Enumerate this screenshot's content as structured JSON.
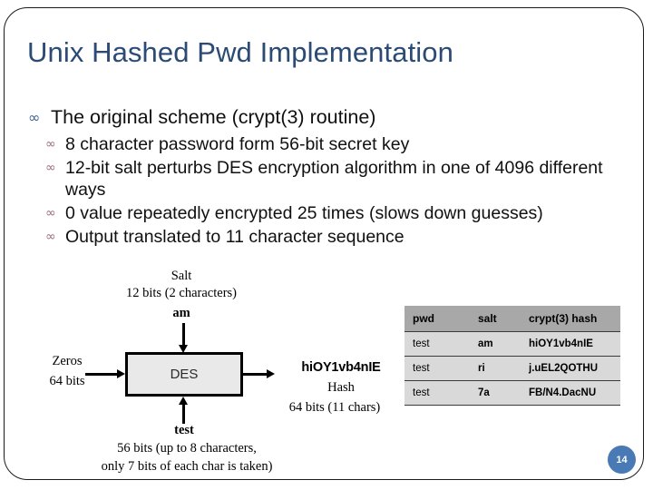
{
  "slide": {
    "title": "Unix Hashed Pwd Implementation",
    "page_number": "14",
    "accent_color": "#2b4b74",
    "badge_color": "#4a7ab5",
    "bullet_glyph_level1": "ஃஃ",
    "bullet_glyph": "∞"
  },
  "bullets": {
    "level1": {
      "text": "The original scheme (crypt(3) routine)"
    },
    "level2": [
      {
        "text": "8 character password form 56-bit secret key"
      },
      {
        "text": "12-bit salt perturbs DES encryption algorithm in one of 4096 different ways"
      },
      {
        "text": "0 value repeatedly encrypted 25 times (slows down guesses)"
      },
      {
        "text": "Output translated to 11 character sequence"
      }
    ]
  },
  "diagram": {
    "salt_label": "Salt",
    "salt_bits": "12 bits (2 characters)",
    "salt_value": "am",
    "zeros_label": "Zeros",
    "zeros_bits": "64 bits",
    "box_label": "DES",
    "hash_value": "hiOY1vb4nIE",
    "hash_word": "Hash",
    "hash_bits": "64 bits (11 chars)",
    "password_value": "test",
    "password_note_line1": "56 bits (up to 8 characters,",
    "password_note_line2": "only 7 bits of each char is taken)"
  },
  "table": {
    "headers": [
      "pwd",
      "salt",
      "crypt(3) hash"
    ],
    "rows": [
      {
        "pwd": "test",
        "salt": "am",
        "hash": "hiOY1vb4nIE"
      },
      {
        "pwd": "test",
        "salt": "ri",
        "hash": "j.uEL2QOTHU"
      },
      {
        "pwd": "test",
        "salt": "7a",
        "hash": "FB/N4.DacNU"
      }
    ]
  }
}
